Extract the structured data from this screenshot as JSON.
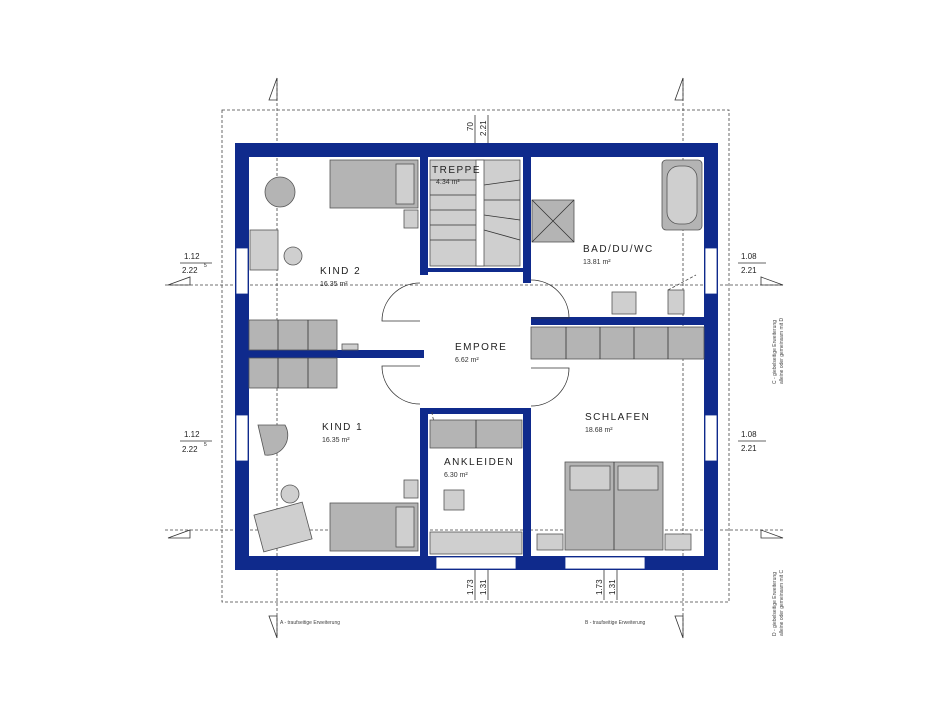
{
  "rooms": [
    {
      "id": "kind2",
      "name": "KIND 2",
      "area": "16.35 m²"
    },
    {
      "id": "treppe",
      "name": "TREPPE",
      "area": "4.34 m²"
    },
    {
      "id": "bad",
      "name": "BAD/DU/WC",
      "area": "13.81 m²"
    },
    {
      "id": "empore",
      "name": "EMPORE",
      "area": "6.62 m²"
    },
    {
      "id": "kind1",
      "name": "KIND 1",
      "area": "16.35 m²"
    },
    {
      "id": "ankleiden",
      "name": "ANKLEIDEN",
      "area": "6.30 m²"
    },
    {
      "id": "schlafen",
      "name": "SCHLAFEN",
      "area": "18.68 m²"
    }
  ],
  "dimensions": {
    "top_stair": [
      "70",
      "2.21"
    ],
    "left_upper": {
      "top": "1.12",
      "bottom": "2.22",
      "sup": "5"
    },
    "left_lower": {
      "top": "1.12",
      "bottom": "2.22",
      "sup": "5"
    },
    "right_upper": {
      "top": "1.08",
      "bottom": "2.21"
    },
    "right_lower": {
      "top": "1.08",
      "bottom": "2.21"
    },
    "bottom_left": [
      "1.73",
      "1.31"
    ],
    "bottom_right": [
      "1.73",
      "1.31"
    ]
  },
  "notes": {
    "a": "A - traufseitige Erweiterung",
    "b": "B - traufseitige Erweiterung",
    "c_line1": "C - giebelseitige Erweiterung",
    "c_line2": "alleine oder gemeinsam mit D",
    "d_line1": "D - giebelseitige Erweiterung",
    "d_line2": "alleine oder gemeinsam mit C"
  },
  "colors": {
    "wall": "#0f2a8c",
    "furniture": "#b4b4b4"
  }
}
